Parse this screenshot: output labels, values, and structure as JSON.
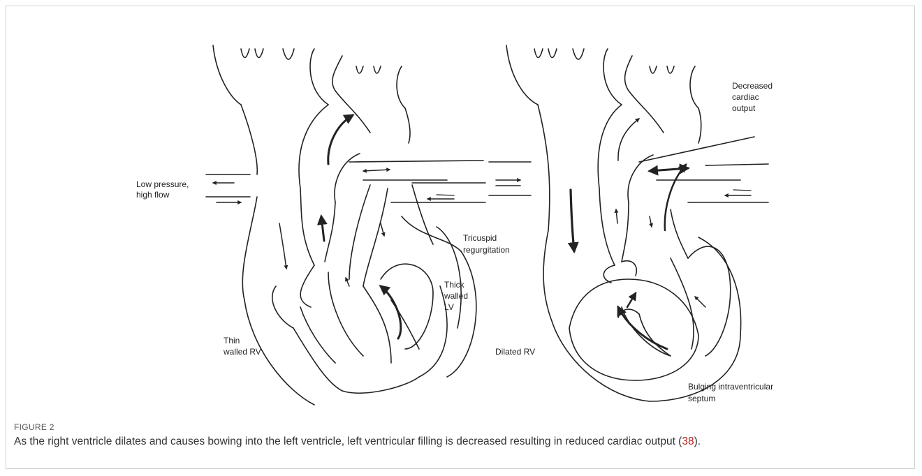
{
  "figure": {
    "label": "FIGURE 2",
    "caption_before": "As the right ventricle dilates and causes bowing into the left ventricle, left ventricular filling is decreased resulting in reduced cardiac output (",
    "caption_ref": "38",
    "caption_after": ")."
  },
  "left_heart": {
    "label_low_pressure_1": "Low pressure,",
    "label_low_pressure_2": "high flow",
    "label_thin_1": "Thin",
    "label_thin_2": "walled RV",
    "label_thick_1": "Thick",
    "label_thick_2": "walled",
    "label_thick_3": "LV"
  },
  "right_heart": {
    "label_decreased_1": "Decreased",
    "label_decreased_2": "cardiac",
    "label_decreased_3": "output",
    "label_tricuspid_1": "Tricuspid",
    "label_tricuspid_2": "regurgitation",
    "label_dilated": "Dilated RV",
    "label_bulging_1": "Bulging intraventricular",
    "label_bulging_2": "septum"
  },
  "colors": {
    "line": "#222222",
    "border": "#cfcfcf",
    "ref_link": "#b8221a"
  }
}
